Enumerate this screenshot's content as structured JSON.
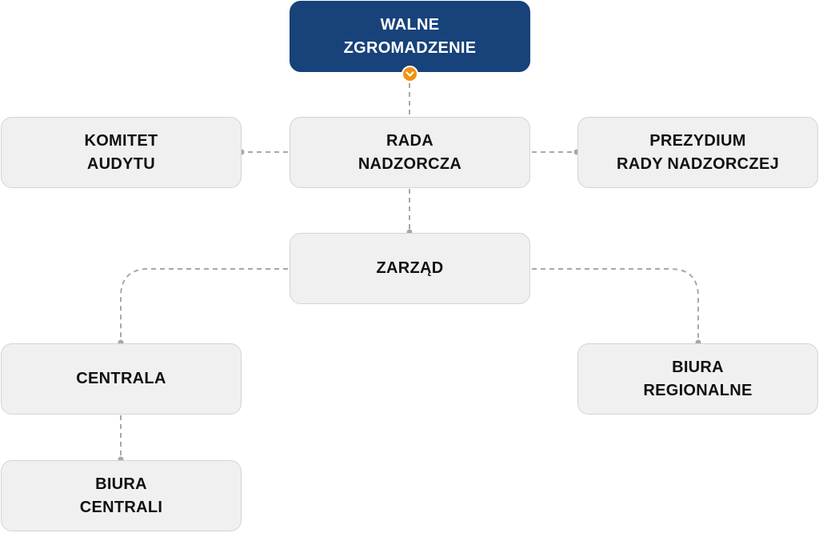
{
  "nodes": {
    "walne": {
      "lines": [
        "WALNE",
        "ZGROMADZENIE"
      ]
    },
    "komitet": {
      "lines": [
        "KOMITET",
        "AUDYTU"
      ]
    },
    "rada": {
      "lines": [
        "RADA",
        "NADZORCZA"
      ]
    },
    "prezydium": {
      "lines": [
        "PREZYDIUM",
        "RADY NADZORCZEJ"
      ]
    },
    "zarzad": {
      "lines": [
        "ZARZĄD"
      ]
    },
    "centrala": {
      "lines": [
        "CENTRALA"
      ]
    },
    "biura_reg": {
      "lines": [
        "BIURA",
        "REGIONALNE"
      ]
    },
    "biura_cen": {
      "lines": [
        "BIURA",
        "CENTRALI"
      ]
    }
  },
  "colors": {
    "primary_node": "#17427a",
    "node_fill": "#f0f0f0",
    "node_border": "#d4d4d4",
    "connector": "#a8a8a8",
    "toggle": "#f29111"
  },
  "icons": {
    "toggle": "chevron-down-icon"
  }
}
